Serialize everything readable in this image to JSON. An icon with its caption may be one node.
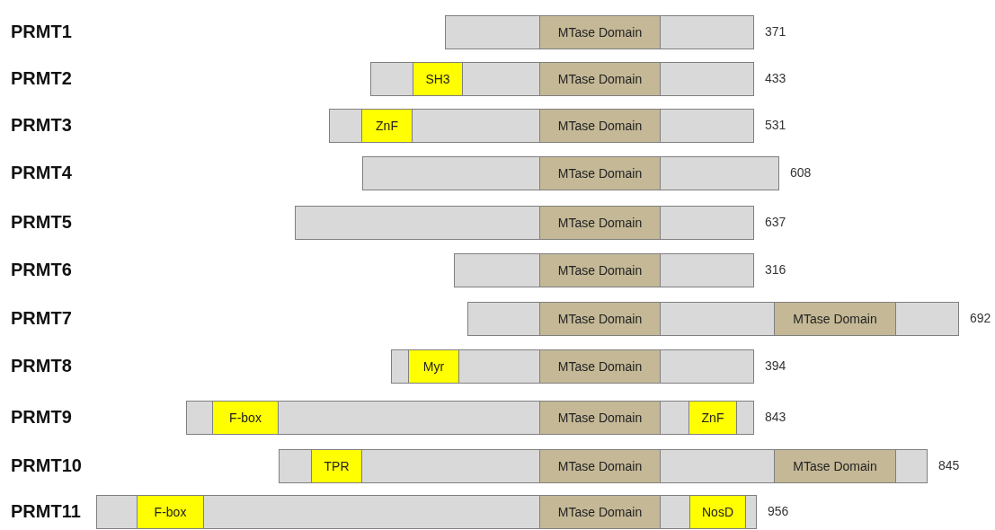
{
  "diagram": {
    "nodes": [
      {
        "text": [],
        "shape": "bar",
        "beside": [
          "371"
        ]
      },
      {
        "text": [
          "MTase Domain"
        ],
        "in": 0
      },
      {
        "text": [],
        "shape": "bar",
        "beside": [
          "433"
        ]
      },
      {
        "text": [
          "SH3"
        ],
        "in": 2
      },
      {
        "text": [
          "MTase Domain"
        ],
        "in": 2
      },
      {
        "text": [],
        "shape": "bar",
        "beside": [
          "531"
        ]
      },
      {
        "text": [
          "ZnF"
        ],
        "in": 5
      },
      {
        "text": [
          "MTase Domain"
        ],
        "in": 5
      },
      {
        "text": [],
        "shape": "bar",
        "beside": [
          "608"
        ]
      },
      {
        "text": [
          "MTase Domain"
        ],
        "in": 8
      },
      {
        "text": [],
        "shape": "bar",
        "beside": [
          "637"
        ]
      },
      {
        "text": [
          "MTase Domain"
        ],
        "in": 10
      },
      {
        "text": [],
        "shape": "bar",
        "beside": [
          "316"
        ]
      },
      {
        "text": [
          "MTase Domain"
        ],
        "in": 12
      },
      {
        "text": [],
        "shape": "bar",
        "beside": [
          "692"
        ]
      },
      {
        "text": [
          "MTase Domain"
        ],
        "in": 14
      },
      {
        "text": [
          "MTase Domain"
        ],
        "in": 14
      },
      {
        "text": [],
        "shape": "bar",
        "beside": [
          "394"
        ]
      },
      {
        "text": [
          "Myr"
        ],
        "in": 17
      },
      {
        "text": [
          "MTase Domain"
        ],
        "in": 17
      },
      {
        "text": [],
        "shape": "bar",
        "beside": [
          "843"
        ]
      },
      {
        "text": [
          "F-box"
        ],
        "in": 20
      },
      {
        "text": [
          "MTase Domain"
        ],
        "in": 20
      },
      {
        "text": [
          "ZnF"
        ],
        "in": 20
      },
      {
        "text": [],
        "shape": "bar",
        "beside": [
          "845"
        ]
      },
      {
        "text": [
          "TPR"
        ],
        "in": 24
      },
      {
        "text": [
          "MTase Domain"
        ],
        "in": 24
      },
      {
        "text": [
          "MTase Domain"
        ],
        "in": 24
      },
      {
        "text": [],
        "shape": "bar",
        "beside": [
          "956"
        ]
      },
      {
        "text": [
          "F-box"
        ],
        "in": 28
      },
      {
        "text": [
          "MTase Domain"
        ],
        "in": 28
      },
      {
        "text": [
          "NosD"
        ],
        "in": 28
      }
    ],
    "labels": [
      "PRMT1",
      "PRMT2",
      "PRMT3",
      "PRMT4",
      "PRMT5",
      "PRMT6",
      "PRMT7",
      "PRMT8",
      "PRMT9",
      "PRMT10",
      "PRMT11"
    ]
  }
}
